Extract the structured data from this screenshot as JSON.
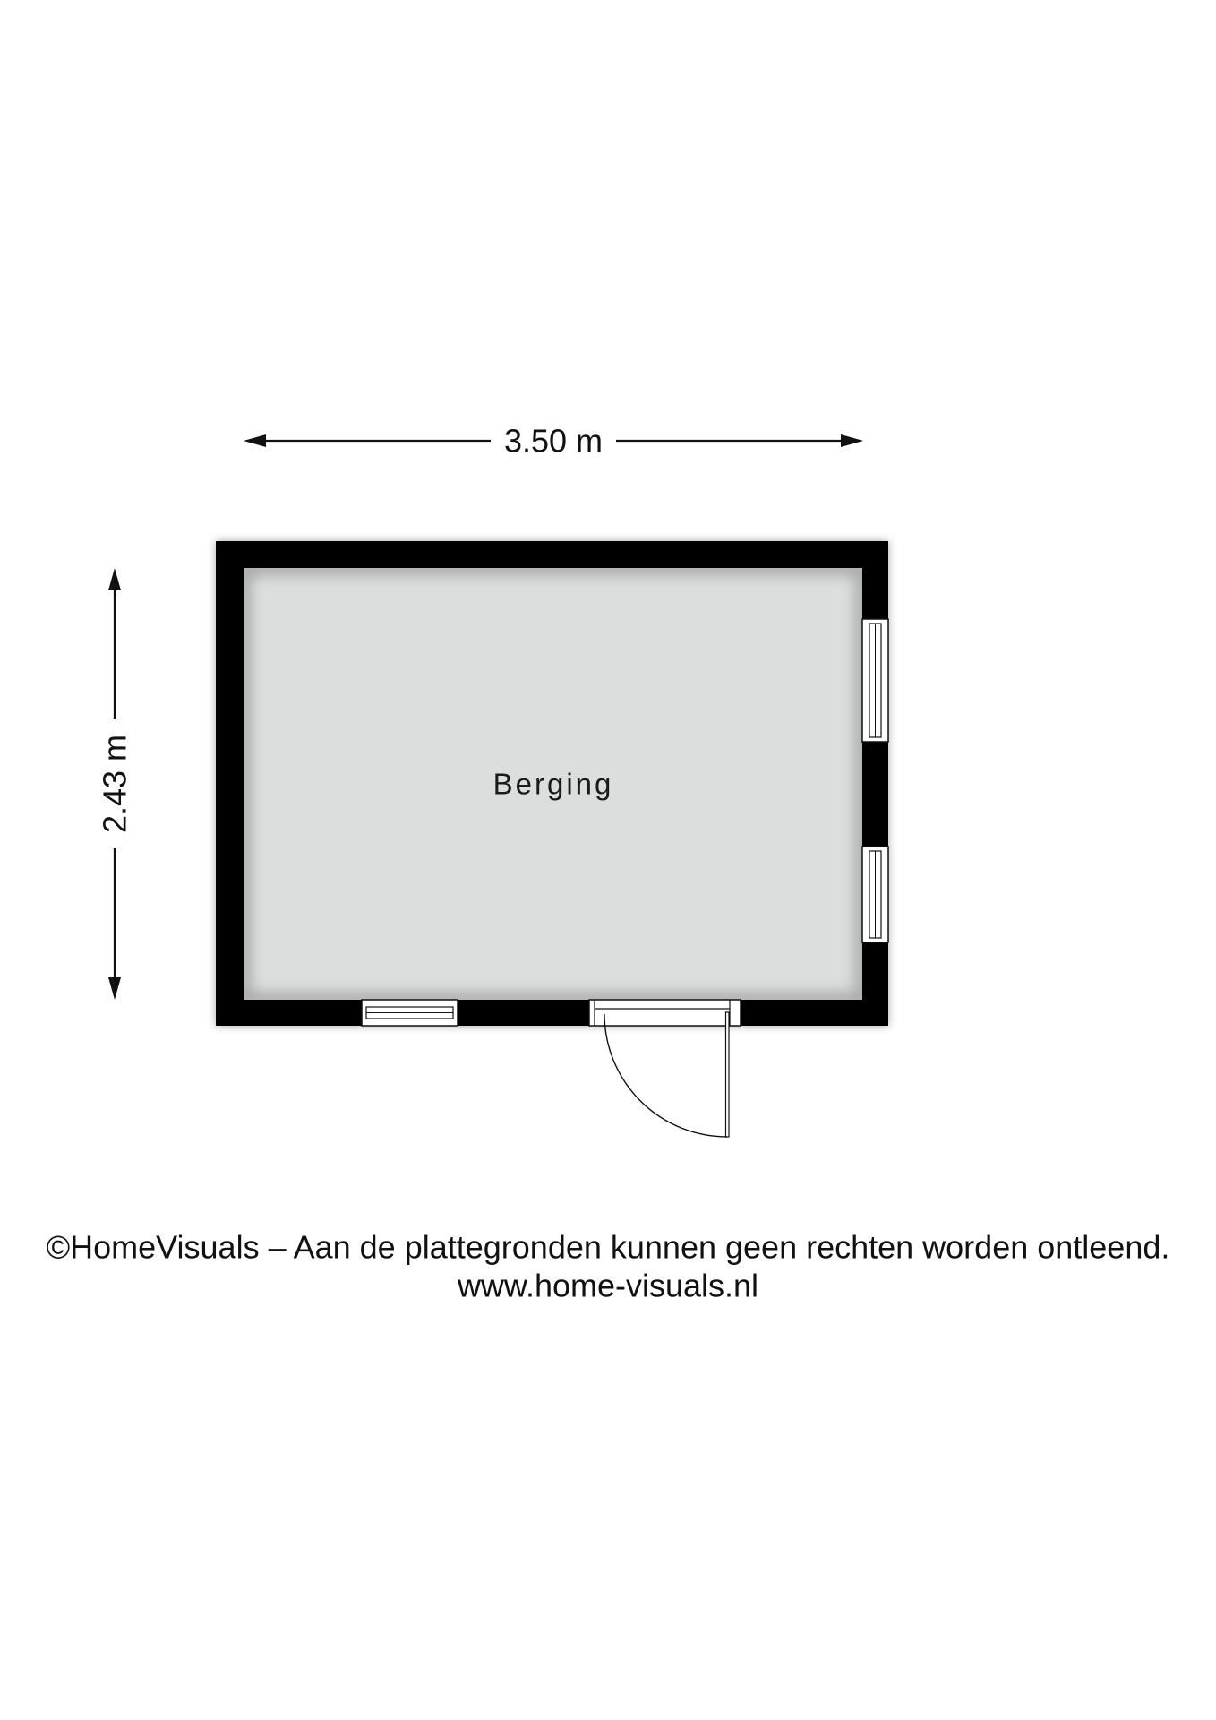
{
  "plan": {
    "room_label": "Berging",
    "width_dimension": "3.50 m",
    "height_dimension": "2.43 m"
  },
  "footer": {
    "copyright": "©HomeVisuals – Aan de plattegronden kunnen geen rechten worden ontleend.",
    "website": "www.home-visuals.nl"
  },
  "colors": {
    "background": "#ffffff",
    "wall": "#000000",
    "floor": "#dcdedd",
    "opening": "#ffffff",
    "line": "#111111"
  }
}
